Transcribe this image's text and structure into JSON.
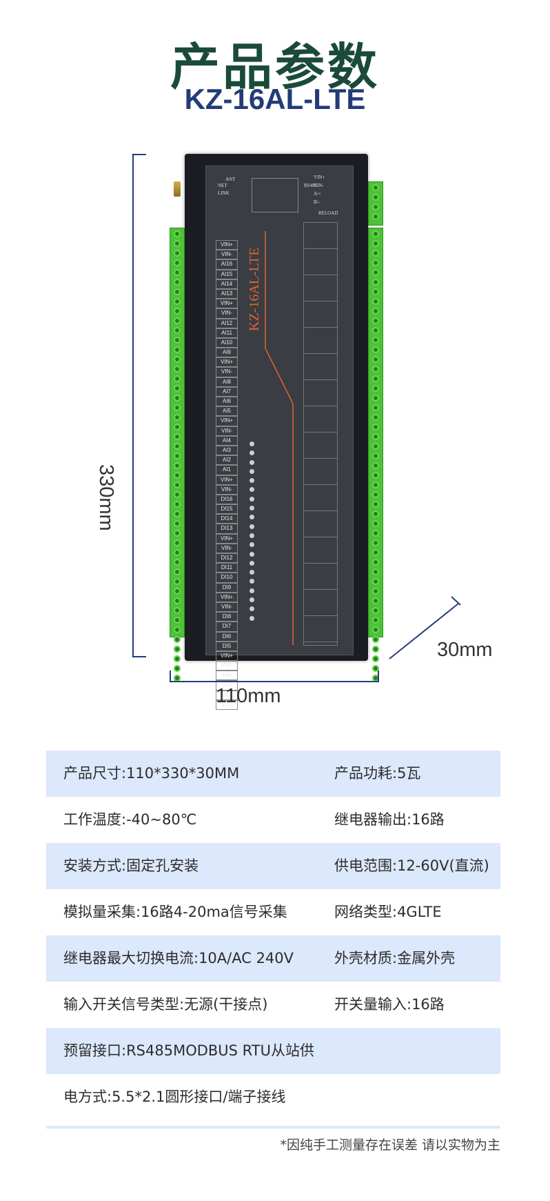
{
  "header": {
    "title": "产品参数",
    "model": "KZ-16AL-LTE"
  },
  "device": {
    "name": "KZ-16AL-LTE",
    "left_labels": [
      "VIN+",
      "VIN-",
      "AI16",
      "AI15",
      "AI14",
      "AI13",
      "VIN+",
      "VIN-",
      "AI12",
      "AI11",
      "AI10",
      "AI9",
      "VIN+",
      "VIN-",
      "AI8",
      "AI7",
      "AI6",
      "AI5",
      "VIN+",
      "VIN-",
      "AI4",
      "AI3",
      "AI2",
      "AI1",
      "VIN+",
      "VIN-",
      "DI16",
      "DI15",
      "DI14",
      "DI13",
      "VIN+",
      "VIN-",
      "DI12",
      "DI11",
      "DI10",
      "DI9",
      "VIN+",
      "VIN-",
      "DI8",
      "DI7",
      "DI6",
      "DI5",
      "VIN+",
      "VIN-",
      "DI4",
      "DI3",
      "DI2",
      "DI1"
    ],
    "top_right_labels": [
      "VIN+",
      "VIN-",
      "A/+",
      "B/-"
    ],
    "rs485_label": "RS485",
    "reload_label": "RELOAD",
    "status_labels": [
      "NET",
      "LINK",
      "ANT"
    ]
  },
  "dimensions": {
    "height": "330mm",
    "width": "110mm",
    "depth": "30mm"
  },
  "specs": [
    {
      "left": "产品尺寸:110*330*30MM",
      "right": "产品功耗:5瓦"
    },
    {
      "left": "工作温度:-40~80℃",
      "right": "继电器输出:16路"
    },
    {
      "left": "安装方式:固定孔安装",
      "right": "供电范围:12-60V(直流)"
    },
    {
      "left": "模拟量采集:16路4-20ma信号采集",
      "right": "网络类型:4GLTE"
    },
    {
      "left": "继电器最大切换电流:10A/AC 240V",
      "right": "外壳材质:金属外壳"
    },
    {
      "left": "输入开关信号类型:无源(干接点)",
      "right": "开关量输入:16路"
    },
    {
      "left": "预留接口:RS485MODBUS RTU从站供",
      "right": ""
    },
    {
      "left": "电方式:5.5*2.1圆形接口/端子接线",
      "right": ""
    }
  ],
  "footnote": "*因纯手工测量存在误差 请以实物为主",
  "colors": {
    "title": "#1a4a3a",
    "model": "#233b78",
    "row_shade": "#dce8fb",
    "dimension_line": "#273b7a",
    "terminal_green": "#4cc236"
  }
}
